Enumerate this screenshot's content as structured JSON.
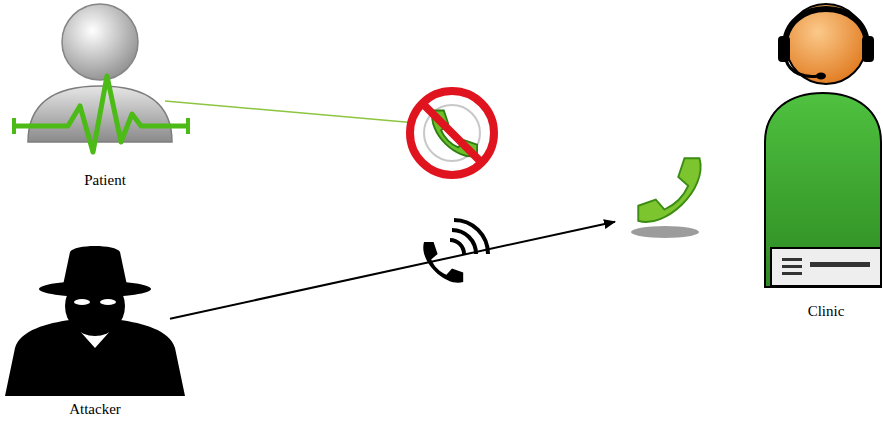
{
  "diagram": {
    "nodes": [
      {
        "text": [
          "Patient"
        ]
      },
      {
        "text": [
          "Attacker"
        ]
      },
      {
        "text": [
          "Clinic"
        ]
      }
    ],
    "edges": [
      {
        "from": 1,
        "to": 2,
        "arrow": "to"
      }
    ]
  }
}
